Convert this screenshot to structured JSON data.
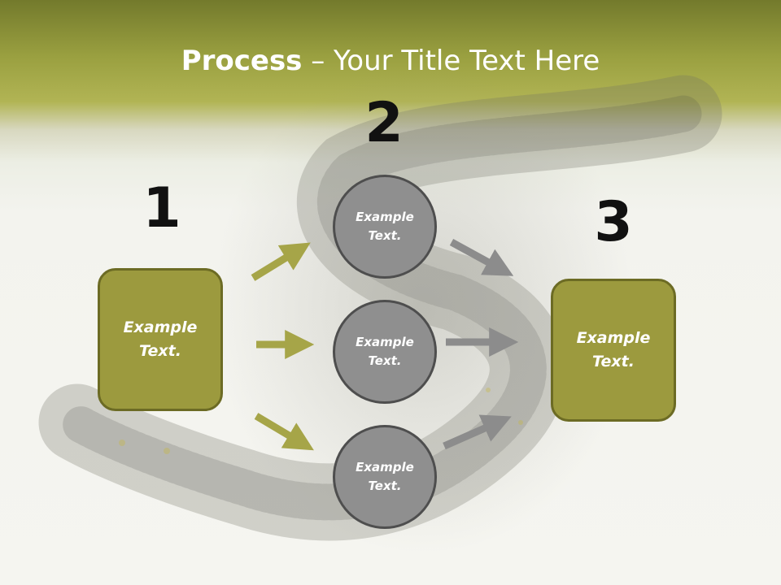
{
  "title": {
    "strong": "Process",
    "rest": " – Your Title Text Here"
  },
  "steps": {
    "one": "1",
    "two": "2",
    "three": "3"
  },
  "boxes": {
    "left": "Example\nText.",
    "right": "Example\nText."
  },
  "circles": {
    "top": "Example\nText.",
    "middle": "Example\nText.",
    "bottom": "Example\nText."
  },
  "colors": {
    "header": "#9aa040",
    "box_fill": "#9c9a3e",
    "circle_fill": "#8f8f8f",
    "arrow_green": "#a6a548",
    "arrow_gray": "#8c8c8c"
  }
}
